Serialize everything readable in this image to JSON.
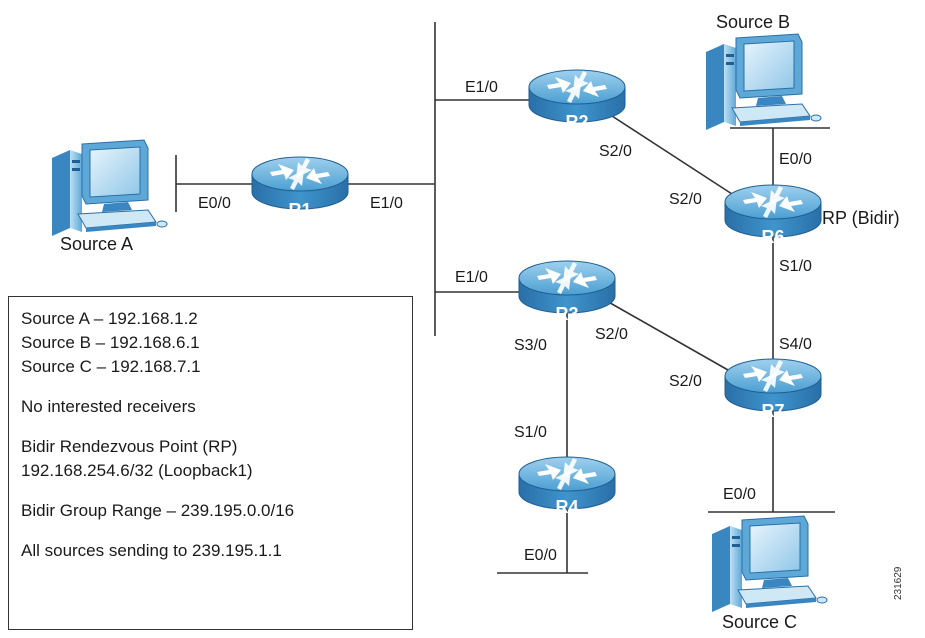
{
  "sources": {
    "a": {
      "name": "Source A"
    },
    "b": {
      "name": "Source B"
    },
    "c": {
      "name": "Source C"
    }
  },
  "routers": {
    "r1": "R1",
    "r2": "R2",
    "r3": "R3",
    "r4": "R4",
    "r6": "R6",
    "r7": "R7"
  },
  "rp_label": "RP (Bidir)",
  "interfaces": {
    "r1_e00": "E0/0",
    "r1_e10": "E1/0",
    "r2_e10": "E1/0",
    "r2_s20": "S2/0",
    "r6_s20": "S2/0",
    "r6_e00": "E0/0",
    "r6_s10": "S1/0",
    "r3_e10": "E1/0",
    "r3_s20": "S2/0",
    "r3_s30": "S3/0",
    "r7_s40": "S4/0",
    "r7_s20": "S2/0",
    "r7_e00": "E0/0",
    "r4_s10": "S1/0",
    "r4_e00": "E0/0"
  },
  "info": {
    "line1": "Source A  – 192.168.1.2",
    "line2": "Source B  – 192.168.6.1",
    "line3": "Source C  – 192.168.7.1",
    "line4": "No interested receivers",
    "line5": "Bidir Rendezvous Point (RP)",
    "line6": "192.168.254.6/32 (Loopback1)",
    "line7": "Bidir Group Range – 239.195.0.0/16",
    "line8": "All sources sending to 239.195.1.1"
  },
  "figure_number": "231629",
  "colors": {
    "router_top": "#5aa9d6",
    "router_side": "#2c7ab5",
    "pc_body": "#7fb8e0",
    "pc_dark": "#3a86c0"
  }
}
